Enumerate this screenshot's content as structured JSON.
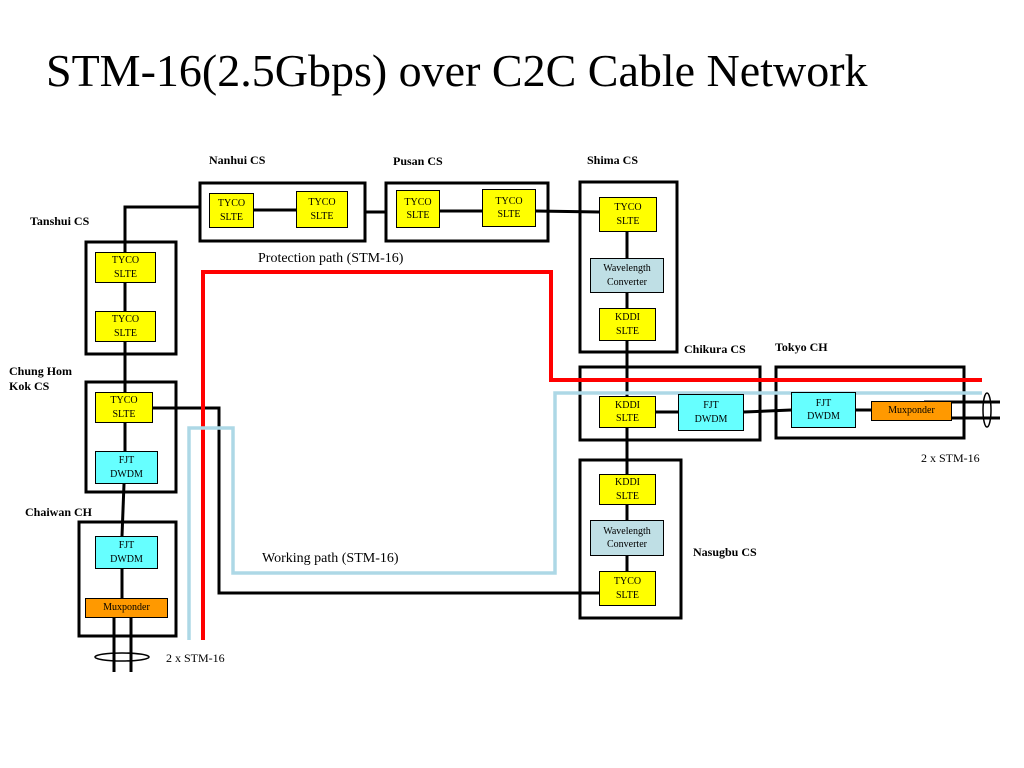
{
  "title": "STM-16(2.5Gbps) over C2C Cable Network",
  "sites": {
    "nanhui": "Nanhui CS",
    "pusan": "Pusan CS",
    "shima": "Shima CS",
    "tanshui": "Tanshui CS",
    "chung_hom_kok": "Chung Hom\nKok CS",
    "chaiwan": "Chaiwan CH",
    "chikura": "Chikura CS",
    "tokyo": "Tokyo CH",
    "nasugbu": "Nasugbu CS"
  },
  "equipment": {
    "tyco_slte": "TYCO\nSLTE",
    "kddi_slte": "KDDI\nSLTE",
    "fjt_dwdm": "FJT\nDWDM",
    "wavelength_converter": "Wavelength\nConverter",
    "muxponder": "Muxponder"
  },
  "paths": {
    "protection": "Protection path (STM-16)",
    "working": "Working path (STM-16)"
  },
  "notes": {
    "bottom_client": "2 x STM-16",
    "right_client": "2 x STM-16"
  },
  "colors": {
    "protection_path": "#ff0000",
    "working_path": "#add8e6",
    "slte": "#ffff00",
    "dwdm": "#66ffff",
    "wavelength_converter": "#bfdfe5",
    "muxponder": "#ff9900"
  }
}
